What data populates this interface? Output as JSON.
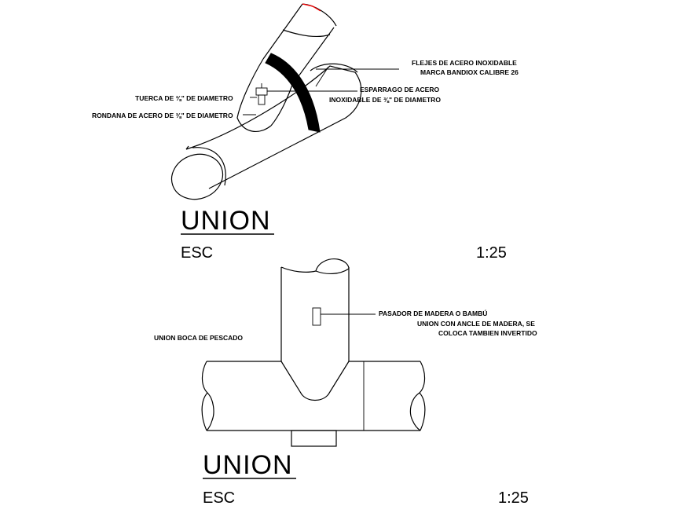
{
  "top_detail": {
    "title": "UNION",
    "esc_label": "ESC",
    "scale": "1:25",
    "labels": {
      "flejes_1": "FLEJES DE ACERO INOXIDABLE",
      "flejes_2": "MARCA BANDIOX CALIBRE 26",
      "esparrago_1": "ESPARRAGO DE ACERO",
      "esparrago_2": "INOXIDABLE DE ⅜\" DE DIAMETRO",
      "tuerca": "TUERCA DE ⅜\" DE DIAMETRO",
      "rondana": "RONDANA DE ACERO DE ⅜\" DE DIAMETRO"
    },
    "accent_color": "#ff0000"
  },
  "bottom_detail": {
    "title": "UNION",
    "esc_label": "ESC",
    "scale": "1:25",
    "labels": {
      "boca": "UNION  BOCA DE PESCADO",
      "pasador": "PASADOR DE MADERA O BAMBÚ",
      "union_1": "UNION CON ANCLE DE MADERA, SE",
      "union_2": "COLOCA TAMBIEN INVERTIDO"
    }
  }
}
